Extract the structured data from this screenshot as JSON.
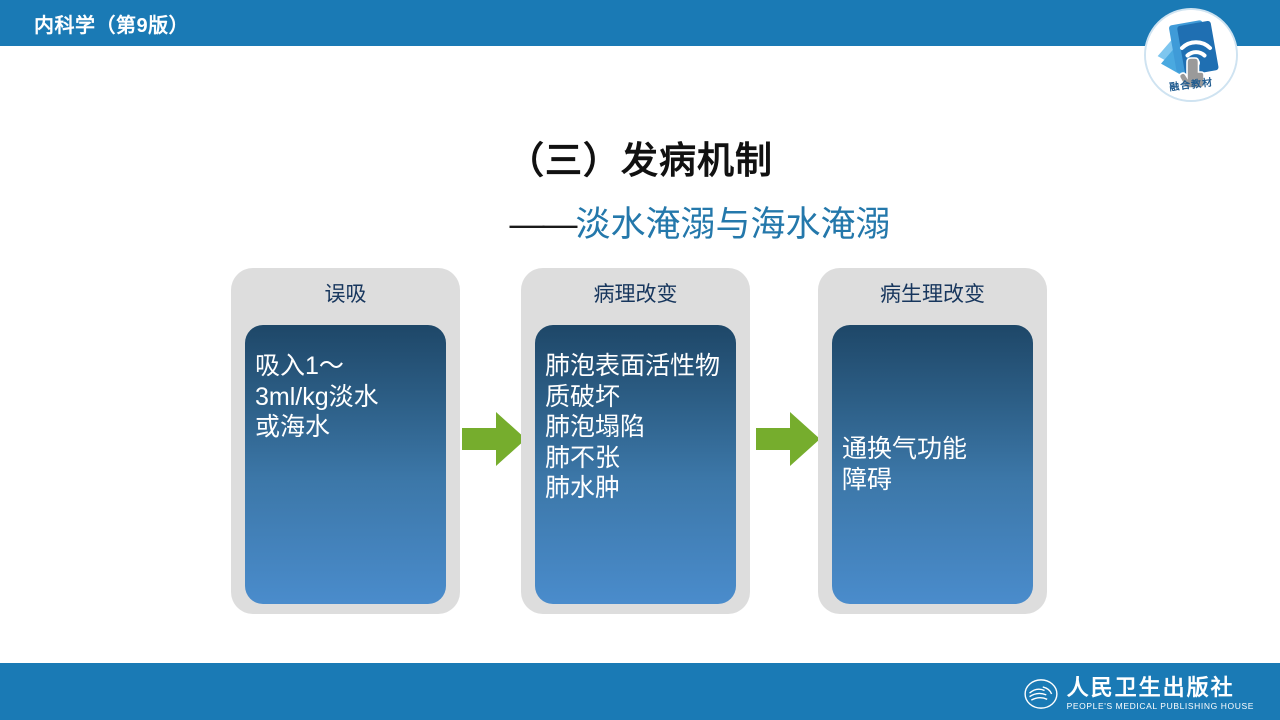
{
  "header": {
    "book_title": "内科学（第9版）",
    "bar_color": "#1a7ab5"
  },
  "badge": {
    "label": "融合教材",
    "icons": [
      "wifi-icon",
      "hand-pointer-icon",
      "book-cards-icon"
    ]
  },
  "title": {
    "main": "（三）发病机制",
    "subtitle_dash": "——",
    "subtitle_text": "淡水淹溺与海水淹溺",
    "subtitle_color": "#2478ab"
  },
  "flow": {
    "arrow_color": "#76ad2d",
    "box_bg": "#dddddd",
    "body_gradient_top": "#1e4768",
    "body_gradient_bottom": "#4a8ccc",
    "boxes": [
      {
        "header": "误吸",
        "body": "吸入1～\n3ml/kg淡水\n或海水",
        "align": "top"
      },
      {
        "header": "病理改变",
        "body": "肺泡表面活性物\n质破坏\n肺泡塌陷\n肺不张\n肺水肿",
        "align": "top"
      },
      {
        "header": "病生理改变",
        "body": "通换气功能\n障碍",
        "align": "center"
      }
    ],
    "arrows": [
      "arrow-right-icon",
      "arrow-right-icon"
    ]
  },
  "footer": {
    "publisher_cn": "人民卫生出版社",
    "publisher_en": "PEOPLE'S MEDICAL PUBLISHING HOUSE",
    "bar_color": "#1a7ab5"
  }
}
